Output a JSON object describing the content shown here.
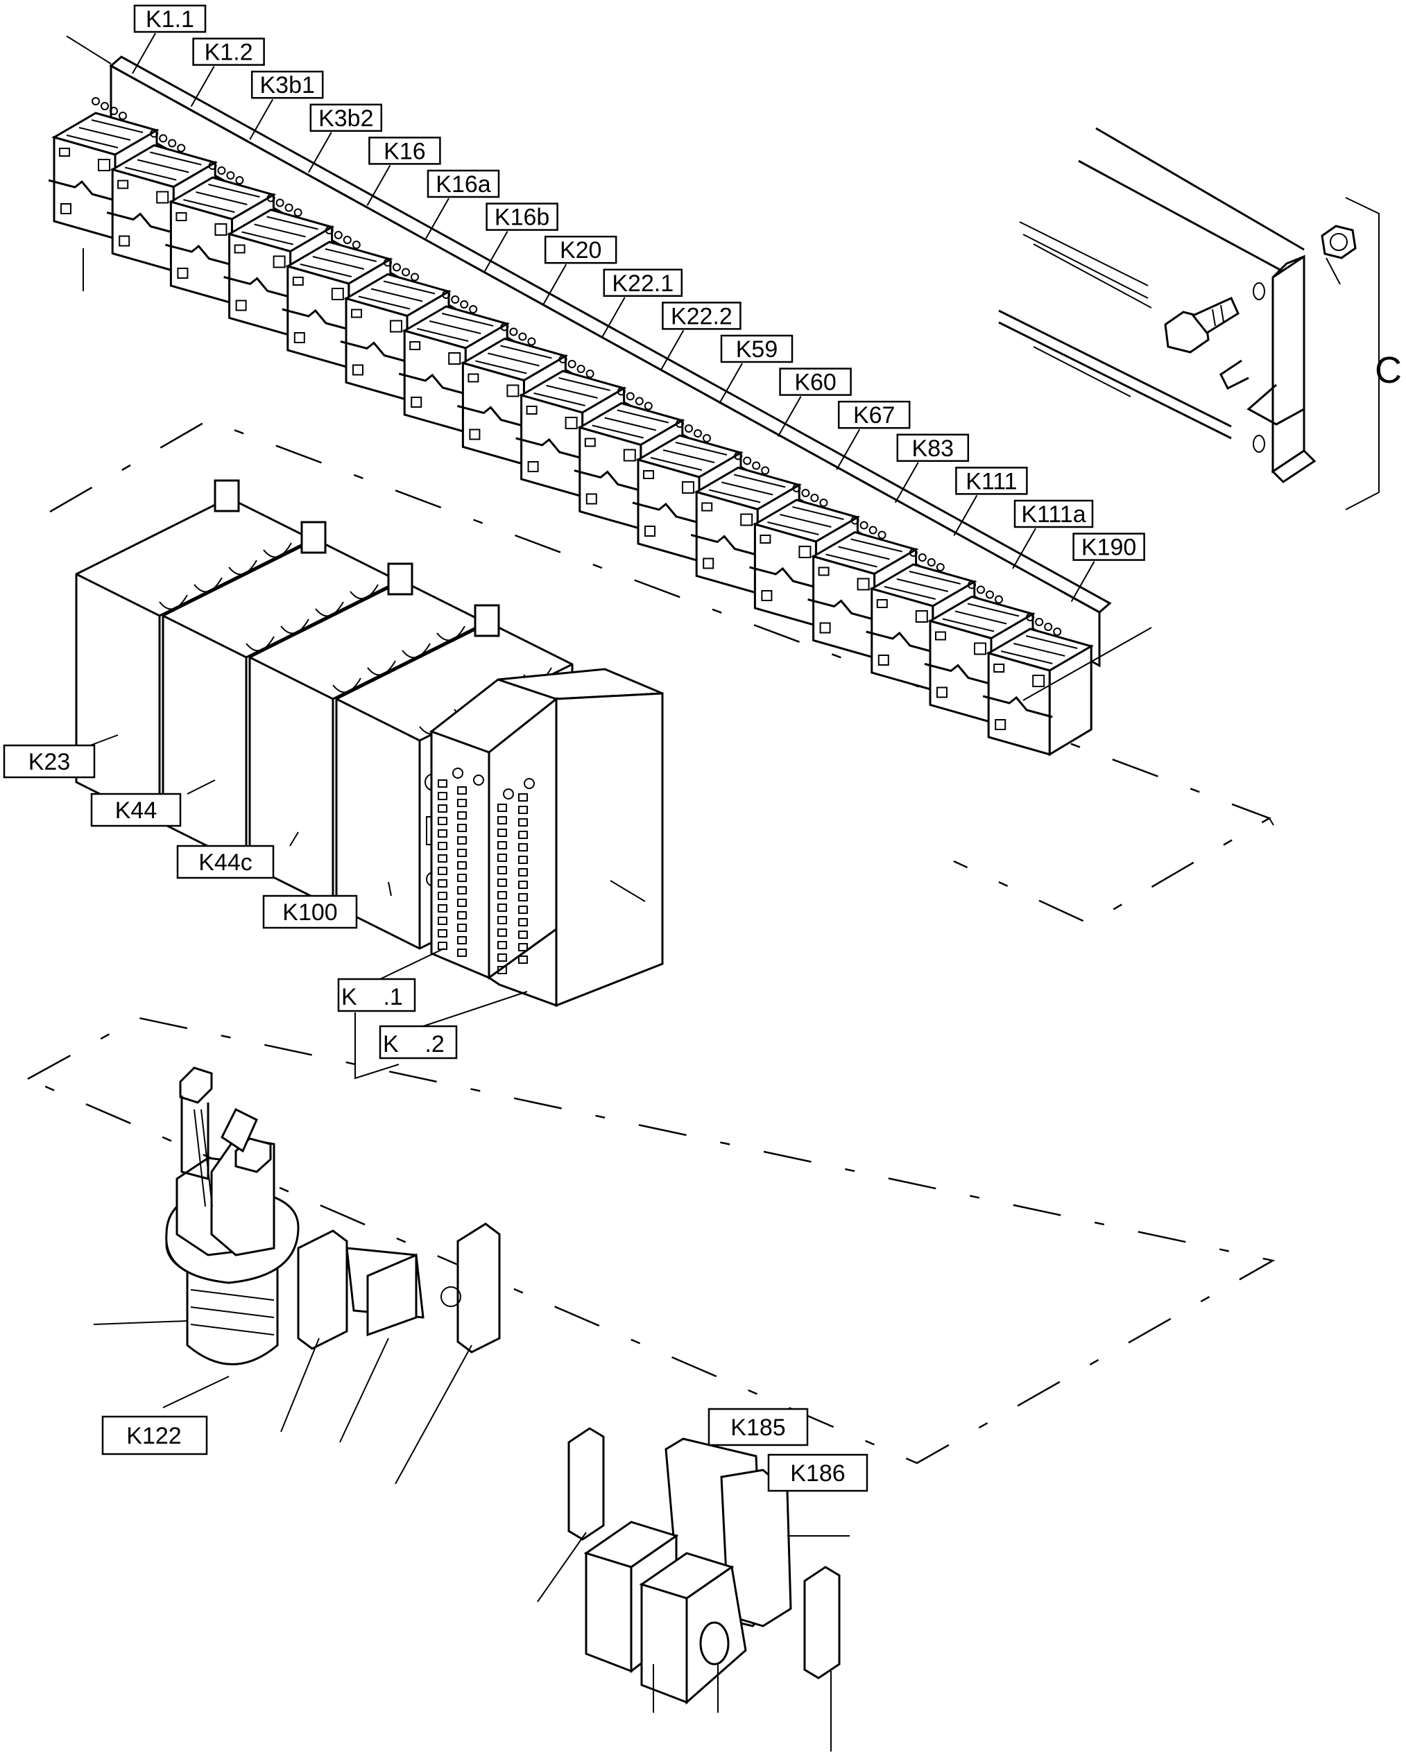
{
  "relay_strip_labels": [
    "K1.1",
    "K1.2",
    "K3b1",
    "K3b2",
    "K16",
    "K16a",
    "K16b",
    "K20",
    "K22.1",
    "K22.2",
    "K59",
    "K60",
    "K67",
    "K83",
    "K111",
    "K111a",
    "K190"
  ],
  "terminal_labels": [
    "K23",
    "K44",
    "K44c",
    "K100"
  ],
  "module_labels": [
    "K    .1",
    "K    .2"
  ],
  "contactor_label": "K122",
  "bottom_labels": [
    "K185",
    "K186"
  ],
  "detail_label": "C"
}
